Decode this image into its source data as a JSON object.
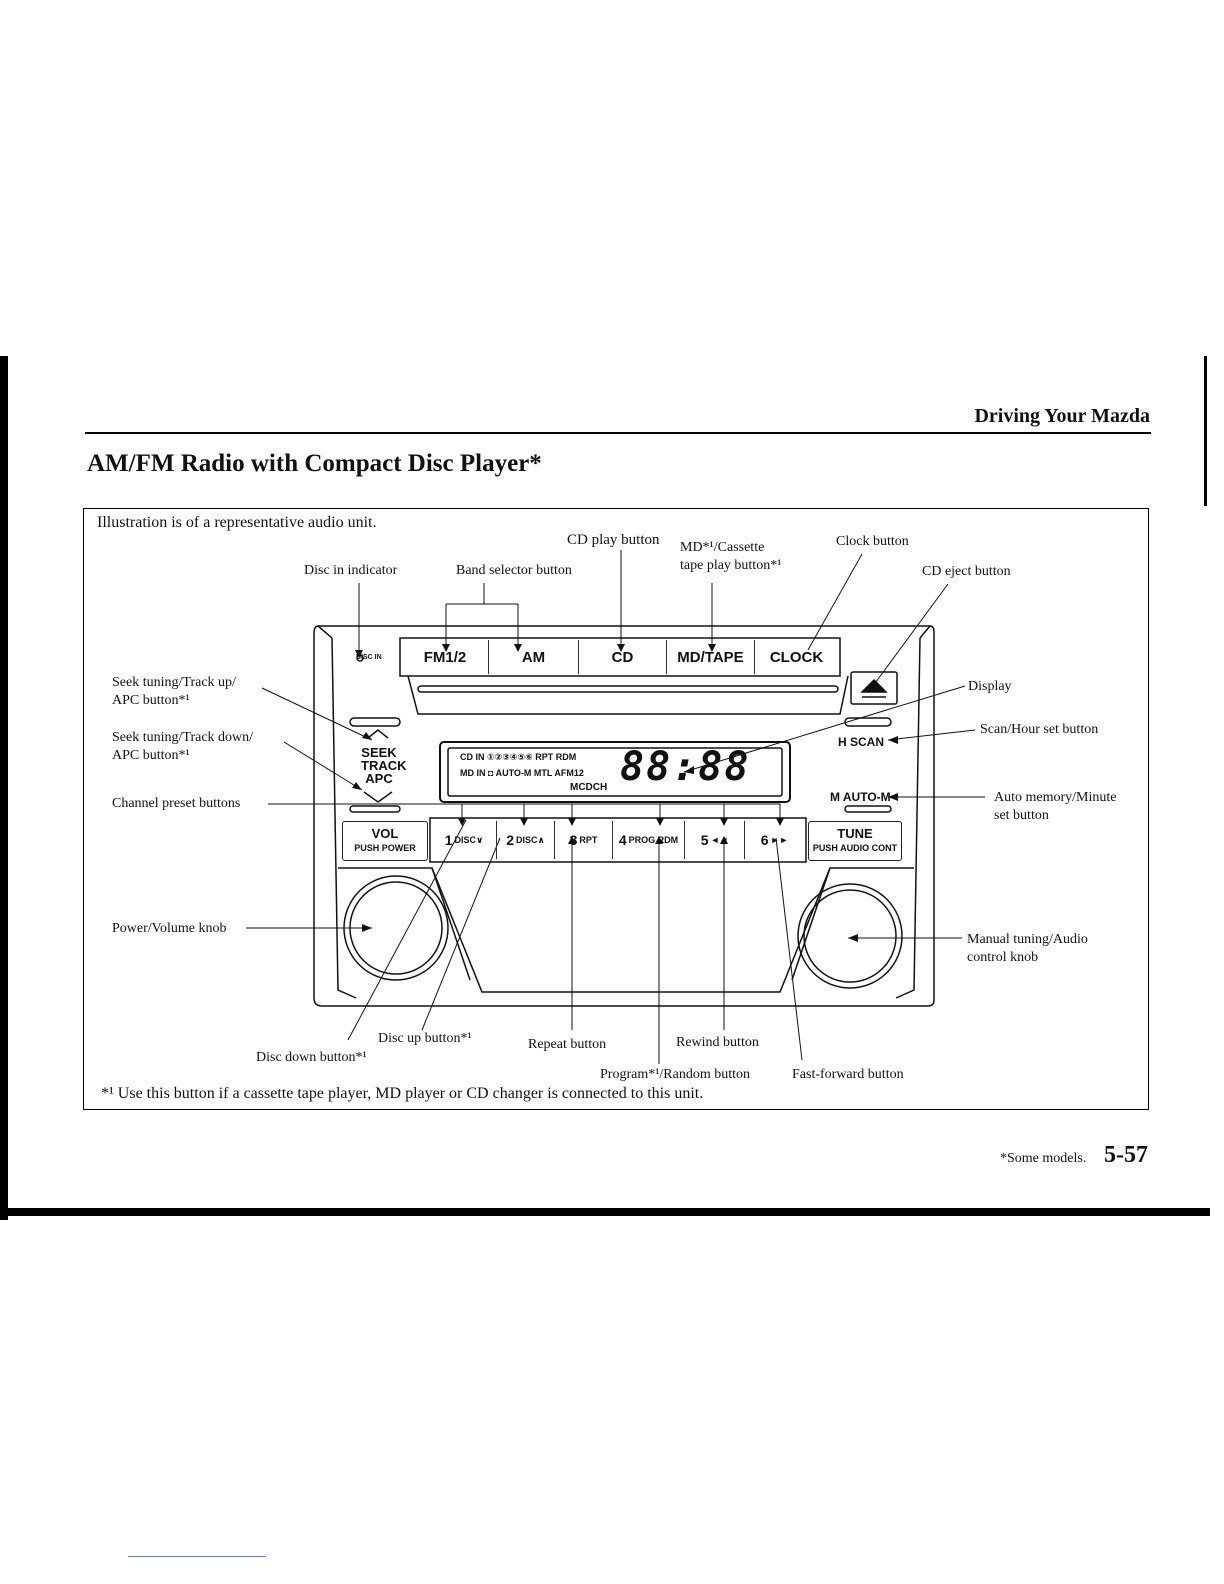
{
  "header": {
    "section": "Driving Your Mazda",
    "title": "AM/FM Radio with Compact Disc Player*"
  },
  "figure": {
    "intro": "Illustration is of a representative audio unit.",
    "callouts": {
      "cd_play": "CD play button",
      "md_tape_line1": "MD*¹/Cassette",
      "md_tape_line2": "tape play button*¹",
      "clock": "Clock button",
      "disc_in": "Disc in indicator",
      "band_selector": "Band selector button",
      "cd_eject": "CD eject button",
      "seek_up_line1": "Seek tuning/Track up/",
      "seek_up_line2": "APC button*¹",
      "display": "Display",
      "seek_down_line1": "Seek tuning/Track down/",
      "seek_down_line2": "APC button*¹",
      "scan_hour": "Scan/Hour set button",
      "channel_preset": "Channel preset buttons",
      "auto_memory_line1": "Auto memory/Minute",
      "auto_memory_line2": "set button",
      "power_volume": "Power/Volume knob",
      "manual_tuning_line1": "Manual tuning/Audio",
      "manual_tuning_line2": "control knob",
      "disc_up": "Disc up button*¹",
      "disc_down": "Disc down button*¹",
      "repeat": "Repeat button",
      "rewind": "Rewind button",
      "program_random": "Program*¹/Random button",
      "fast_forward": "Fast-forward button"
    },
    "footnote": "*¹ Use this button if a cassette tape player, MD player or CD changer is connected to this unit."
  },
  "radio": {
    "top_buttons": [
      "FM1/2",
      "AM",
      "CD",
      "MD/TAPE",
      "CLOCK"
    ],
    "disc_in_label": "DISC IN",
    "seek_label": [
      "SEEK",
      "TRACK",
      "APC"
    ],
    "scan_label": "H SCAN",
    "automem_label": "M AUTO-M",
    "display_row1": "CD IN ①②③④⑤⑥ RPT RDM",
    "display_row2": "MD IN ◘ AUTO-M MTL AFM12",
    "display_row3": "MCDCH",
    "display_digits": "88:88",
    "vol_label": "VOL",
    "vol_sub": "PUSH POWER",
    "tune_label": "TUNE",
    "tune_sub": "PUSH AUDIO CONT",
    "presets": [
      {
        "num": "1",
        "sub": "DISC∨"
      },
      {
        "num": "2",
        "sub": "DISC∧"
      },
      {
        "num": "3",
        "sub": "RPT"
      },
      {
        "num": "4",
        "sub": "PROG RDM"
      },
      {
        "num": "5",
        "sub": "◄◄"
      },
      {
        "num": "6",
        "sub": "►►"
      }
    ]
  },
  "footer": {
    "some_models": "*Some models.",
    "page_number": "5-57"
  }
}
